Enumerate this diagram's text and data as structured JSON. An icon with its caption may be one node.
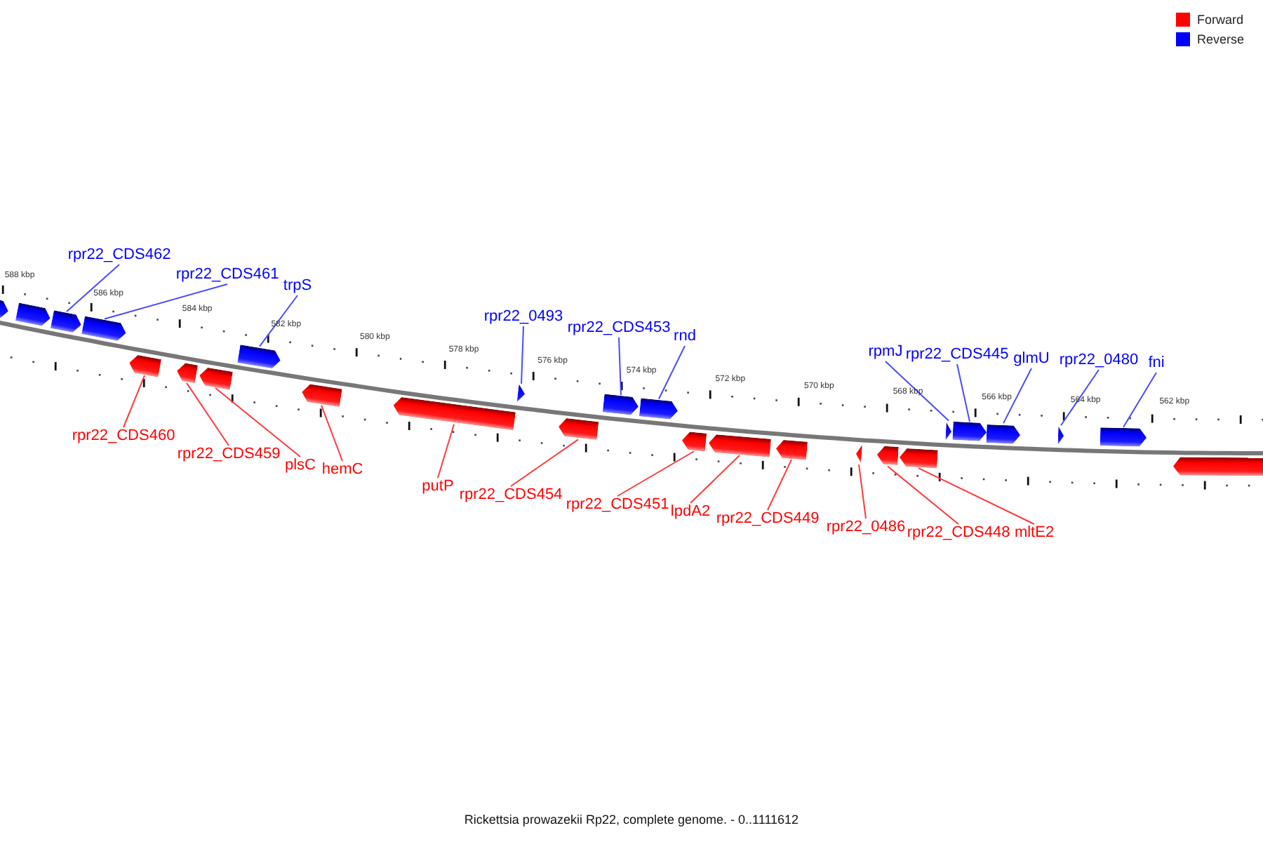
{
  "diagram": {
    "caption": "Rickettsia prowazekii Rp22, complete genome. - 0..1111612",
    "nodes": [
      {
        "text": [],
        "shape": "bar"
      },
      {
        "text": [],
        "shape": "bar"
      },
      {
        "text": [],
        "shape": "bar"
      },
      {
        "text": [],
        "shape": "bar"
      },
      {
        "text": [],
        "shape": "bar"
      },
      {
        "text": [],
        "shape": "bar"
      },
      {
        "text": [],
        "shape": "bar"
      },
      {
        "text": [],
        "shape": "bar"
      },
      {
        "text": [],
        "shape": "bar"
      },
      {
        "text": [],
        "shape": "bar"
      },
      {
        "text": [],
        "shape": "bar"
      },
      {
        "text": [],
        "shape": "bar"
      },
      {
        "text": [],
        "shape": "bar"
      },
      {
        "text": [],
        "shape": "bar"
      },
      {
        "text": [],
        "shape": "bar"
      },
      {
        "text": [],
        "shape": "bar"
      },
      {
        "text": [],
        "shape": "bar"
      },
      {
        "text": [],
        "shape": "bar"
      },
      {
        "text": [],
        "shape": "bar"
      },
      {
        "text": [],
        "shape": "bar"
      },
      {
        "text": [],
        "shape": "bar"
      },
      {
        "text": [],
        "shape": "bar"
      },
      {
        "text": [],
        "shape": "bar"
      },
      {
        "text": [],
        "shape": "bar"
      },
      {
        "text": [],
        "shape": "bar"
      },
      {
        "text": [],
        "shape": "bar"
      },
      {
        "text": [
          "rpr22_CDS462"
        ]
      },
      {
        "text": [
          "rpr22_CDS461"
        ]
      },
      {
        "text": [
          "rpr22_CDS460"
        ]
      },
      {
        "text": [
          "rpr22_CDS459"
        ]
      },
      {
        "text": [
          "plsC"
        ]
      },
      {
        "text": [
          "trpS"
        ]
      },
      {
        "text": [
          "hemC"
        ]
      },
      {
        "text": [
          "putP"
        ]
      },
      {
        "text": [
          "rpr22_0493"
        ]
      },
      {
        "text": [
          "rpr22_CDS454"
        ]
      },
      {
        "text": [
          "rpr22_CDS453"
        ]
      },
      {
        "text": [
          "rnd"
        ]
      },
      {
        "text": [
          "rpr22_CDS451"
        ]
      },
      {
        "text": [
          "lpdA2"
        ]
      },
      {
        "text": [
          "rpr22_CDS449"
        ]
      },
      {
        "text": [
          "rpr22_0486"
        ]
      },
      {
        "text": [
          "rpmJ"
        ]
      },
      {
        "text": [
          "rpr22_CDS445"
        ]
      },
      {
        "text": [
          "rpr22_CDS448"
        ]
      },
      {
        "text": [
          "glmU"
        ]
      },
      {
        "text": [
          "mltE2"
        ]
      },
      {
        "text": [
          "rpr22_0480"
        ]
      },
      {
        "text": [
          "fni"
        ]
      }
    ],
    "edges": [
      {
        "from": 26,
        "to": 2,
        "arrow": "none",
        "color": "#4a4aff"
      },
      {
        "from": 27,
        "to": 3,
        "arrow": "none",
        "color": "#4a4aff"
      },
      {
        "from": 28,
        "to": 4,
        "arrow": "none"
      },
      {
        "from": 29,
        "to": 5,
        "arrow": "none"
      },
      {
        "from": 30,
        "to": 6,
        "arrow": "none"
      },
      {
        "from": 31,
        "to": 7,
        "arrow": "none",
        "color": "#4a4aff"
      },
      {
        "from": 32,
        "to": 8,
        "arrow": "none"
      },
      {
        "from": 33,
        "to": 9,
        "arrow": "none"
      },
      {
        "from": 34,
        "to": 10,
        "arrow": "none",
        "color": "#4a4aff"
      },
      {
        "from": 35,
        "to": 11,
        "arrow": "none"
      },
      {
        "from": 36,
        "to": 12,
        "arrow": "none",
        "color": "#4a4aff"
      },
      {
        "from": 37,
        "to": 13,
        "arrow": "none",
        "color": "#4a4aff"
      },
      {
        "from": 38,
        "to": 14,
        "arrow": "none"
      },
      {
        "from": 39,
        "to": 15,
        "arrow": "none"
      },
      {
        "from": 40,
        "to": 16,
        "arrow": "none"
      },
      {
        "from": 41,
        "to": 17,
        "arrow": "none"
      },
      {
        "from": 42,
        "to": 20,
        "arrow": "none",
        "color": "#4a4aff"
      },
      {
        "from": 43,
        "to": 21,
        "arrow": "none",
        "color": "#4a4aff"
      },
      {
        "from": 44,
        "to": 18,
        "arrow": "none"
      },
      {
        "from": 45,
        "to": 22,
        "arrow": "none",
        "color": "#4a4aff"
      },
      {
        "from": 46,
        "to": 19,
        "arrow": "none"
      },
      {
        "from": 47,
        "to": 23,
        "arrow": "none",
        "color": "#4a4aff"
      },
      {
        "from": 48,
        "to": 24,
        "arrow": "none",
        "color": "#4a4aff"
      }
    ],
    "labels": [
      "588 kbp",
      "586 kbp",
      "584 kbp",
      "582 kbp",
      "580 kbp",
      "578 kbp",
      "576 kbp",
      "574 kbp",
      "572 kbp",
      "570 kbp",
      "568 kbp",
      "566 kbp",
      "564 kbp",
      "562 kbp"
    ],
    "legend": [
      {
        "text": "Forward",
        "color": "#ff0000"
      },
      {
        "text": "Reverse",
        "color": "#0000ff"
      }
    ]
  }
}
